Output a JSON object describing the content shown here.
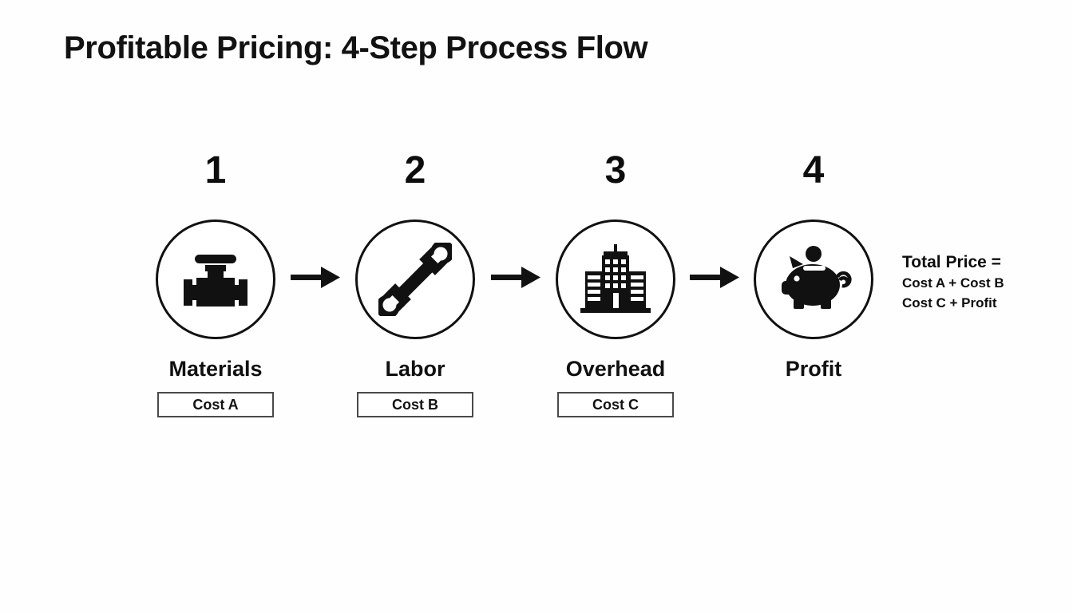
{
  "slide": {
    "title": "Profitable Pricing: 4-Step Process Flow",
    "background_color": "#fefefe",
    "ink_color": "#0d0d0d"
  },
  "flow": {
    "arrow_icon": "arrow-right-icon",
    "steps": [
      {
        "number": "1",
        "label": "Materials",
        "icon": "pipe-valve-icon",
        "cost_label": "Cost A",
        "has_cost_box": true
      },
      {
        "number": "2",
        "label": "Labor",
        "icon": "wrench-icon",
        "cost_label": "Cost B",
        "has_cost_box": true
      },
      {
        "number": "3",
        "label": "Overhead",
        "icon": "office-building-icon",
        "cost_label": "Cost C",
        "has_cost_box": true
      },
      {
        "number": "4",
        "label": "Profit",
        "icon": "piggy-bank-icon",
        "cost_label": "",
        "has_cost_box": false
      }
    ]
  },
  "formula": {
    "heading": "Total Price =",
    "line_1": "Cost A + Cost B",
    "line_2": "Cost C + Profit"
  }
}
